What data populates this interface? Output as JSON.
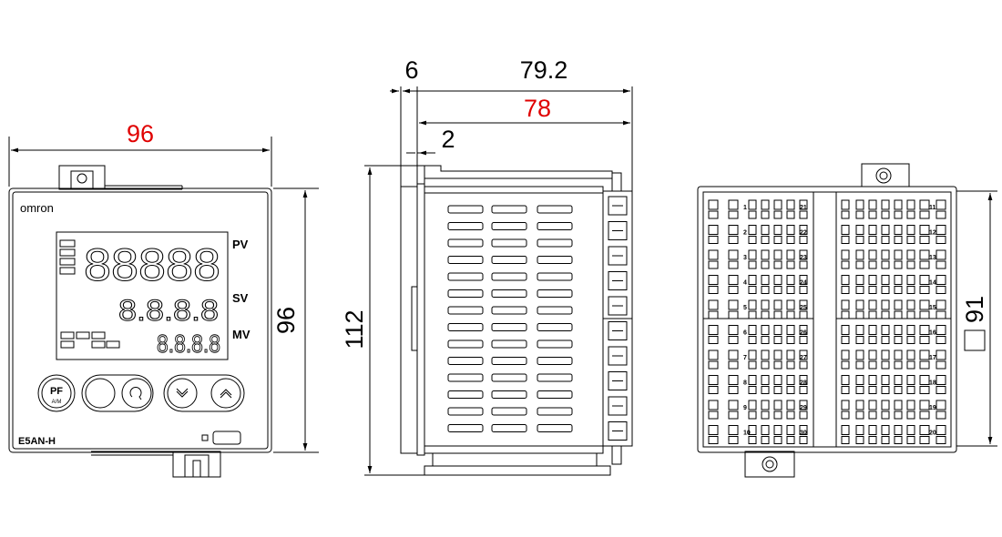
{
  "dimensions": {
    "front_width": "96",
    "front_height": "96",
    "side_overall_depth": "79.2",
    "side_depth": "78",
    "side_bezel": "6",
    "side_step": "2",
    "side_height": "112",
    "rear_panel": "91"
  },
  "front_panel": {
    "brand": "omron",
    "model": "E5AN-H",
    "label_pv": "PV",
    "label_sv": "SV",
    "label_mv": "MV",
    "pv_digits": "88888",
    "sv_digits": "8.8.8.8",
    "mv_digits": "8.8.8.8",
    "pf_button": "PF",
    "pf_sub": "A/M"
  },
  "terminals": {
    "left_numbers": [
      "1",
      "2",
      "3",
      "4",
      "5",
      "6",
      "7",
      "8",
      "9",
      "10"
    ],
    "mid_numbers": [
      "21",
      "22",
      "23",
      "24",
      "25",
      "26",
      "27",
      "28",
      "29",
      "30"
    ],
    "right_numbers": [
      "11",
      "12",
      "13",
      "14",
      "15",
      "16",
      "17",
      "18",
      "19",
      "20"
    ]
  },
  "colors": {
    "highlight": "#e00000",
    "line": "#000000"
  }
}
